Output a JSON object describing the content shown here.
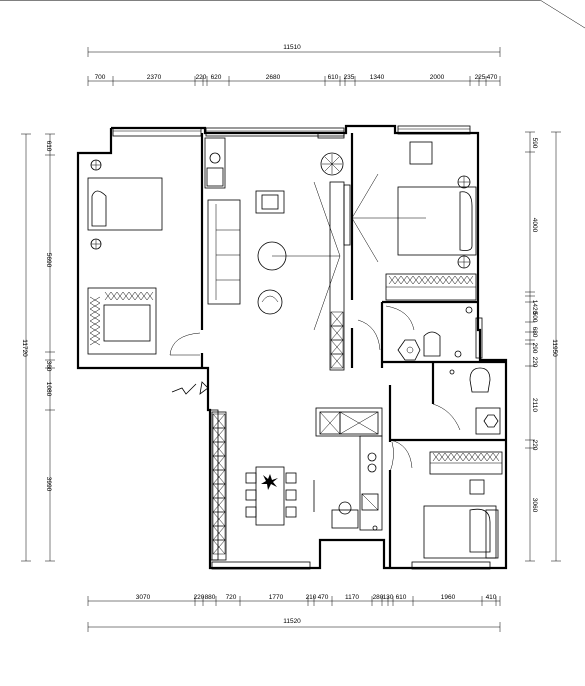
{
  "dimensions": {
    "top_total": "11510",
    "top_segments": [
      "700",
      "2370",
      "220",
      "620",
      "2680",
      "610",
      "235",
      "1340",
      "2000",
      "225",
      "470"
    ],
    "bottom_segments": [
      "3070",
      "220",
      "880",
      "720",
      "1770",
      "210",
      "470",
      "1170",
      "280",
      "130",
      "610",
      "1960",
      "410"
    ],
    "bottom_total": "11520",
    "left_total": "11720",
    "left_segments": [
      "610",
      "5690",
      "360",
      "1080",
      "3990"
    ],
    "right_total": "11950",
    "right_segments": [
      "590",
      "4000",
      "1420",
      "500",
      "680",
      "290",
      "220",
      "2110",
      "220",
      "3060"
    ]
  },
  "colors": {
    "line": "#000000",
    "background": "#ffffff"
  }
}
